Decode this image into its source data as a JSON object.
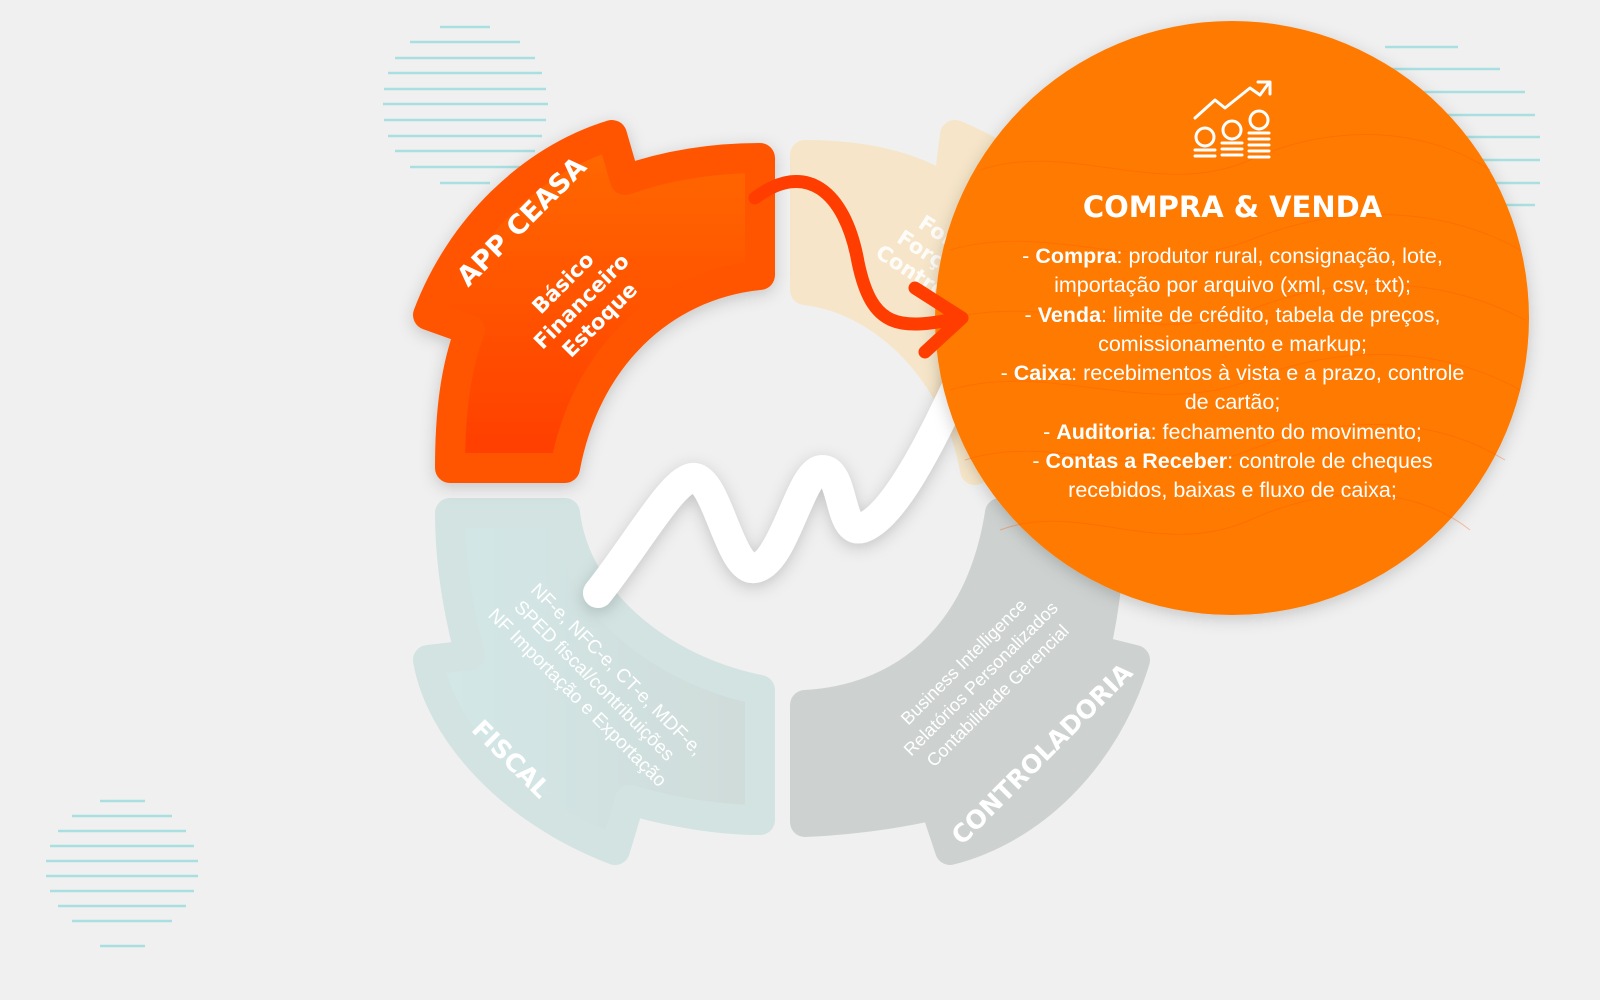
{
  "segments": {
    "app_ceasa": {
      "title": "APP CEASA",
      "lines": [
        "Básico",
        "Financeiro",
        "Estoque"
      ],
      "color": "#ff4a00"
    },
    "forca": {
      "lines": [
        "Forç",
        "Forç",
        "Contro"
      ],
      "color": "#f6e5c8"
    },
    "fiscal": {
      "title": "FISCAL",
      "lines": [
        "NF-e, NFC-e, CT-e, MDF-e,",
        "SPED fiscal/contribuições",
        "NF Importação e Exportação"
      ],
      "color": "#d2e6e5"
    },
    "controladoria": {
      "title": "CONTROLADORIA",
      "lines": [
        "Business Intelligence",
        "Relatórios Personalizados",
        "Contabilidade Gerencial"
      ],
      "color": "#cfd3d2"
    }
  },
  "detail": {
    "title": "COMPRA & VENDA",
    "icon": "coins-growth-icon",
    "color": "#ff7a00",
    "items": [
      {
        "label": "Compra",
        "text": ": produtor rural, consignação, lote, importação por arquivo (xml, csv, txt);"
      },
      {
        "label": "Venda",
        "text": ": limite de crédito, tabela de preços, comissionamento e markup;"
      },
      {
        "label": "Caixa",
        "text": ": recebimentos à vista e a prazo, controle de cartão;"
      },
      {
        "label": "Auditoria",
        "text": ": fechamento do movimento;"
      },
      {
        "label": "Contas a Receber",
        "text": ": controle de cheques recebidos, baixas e fluxo de caixa;"
      }
    ]
  }
}
